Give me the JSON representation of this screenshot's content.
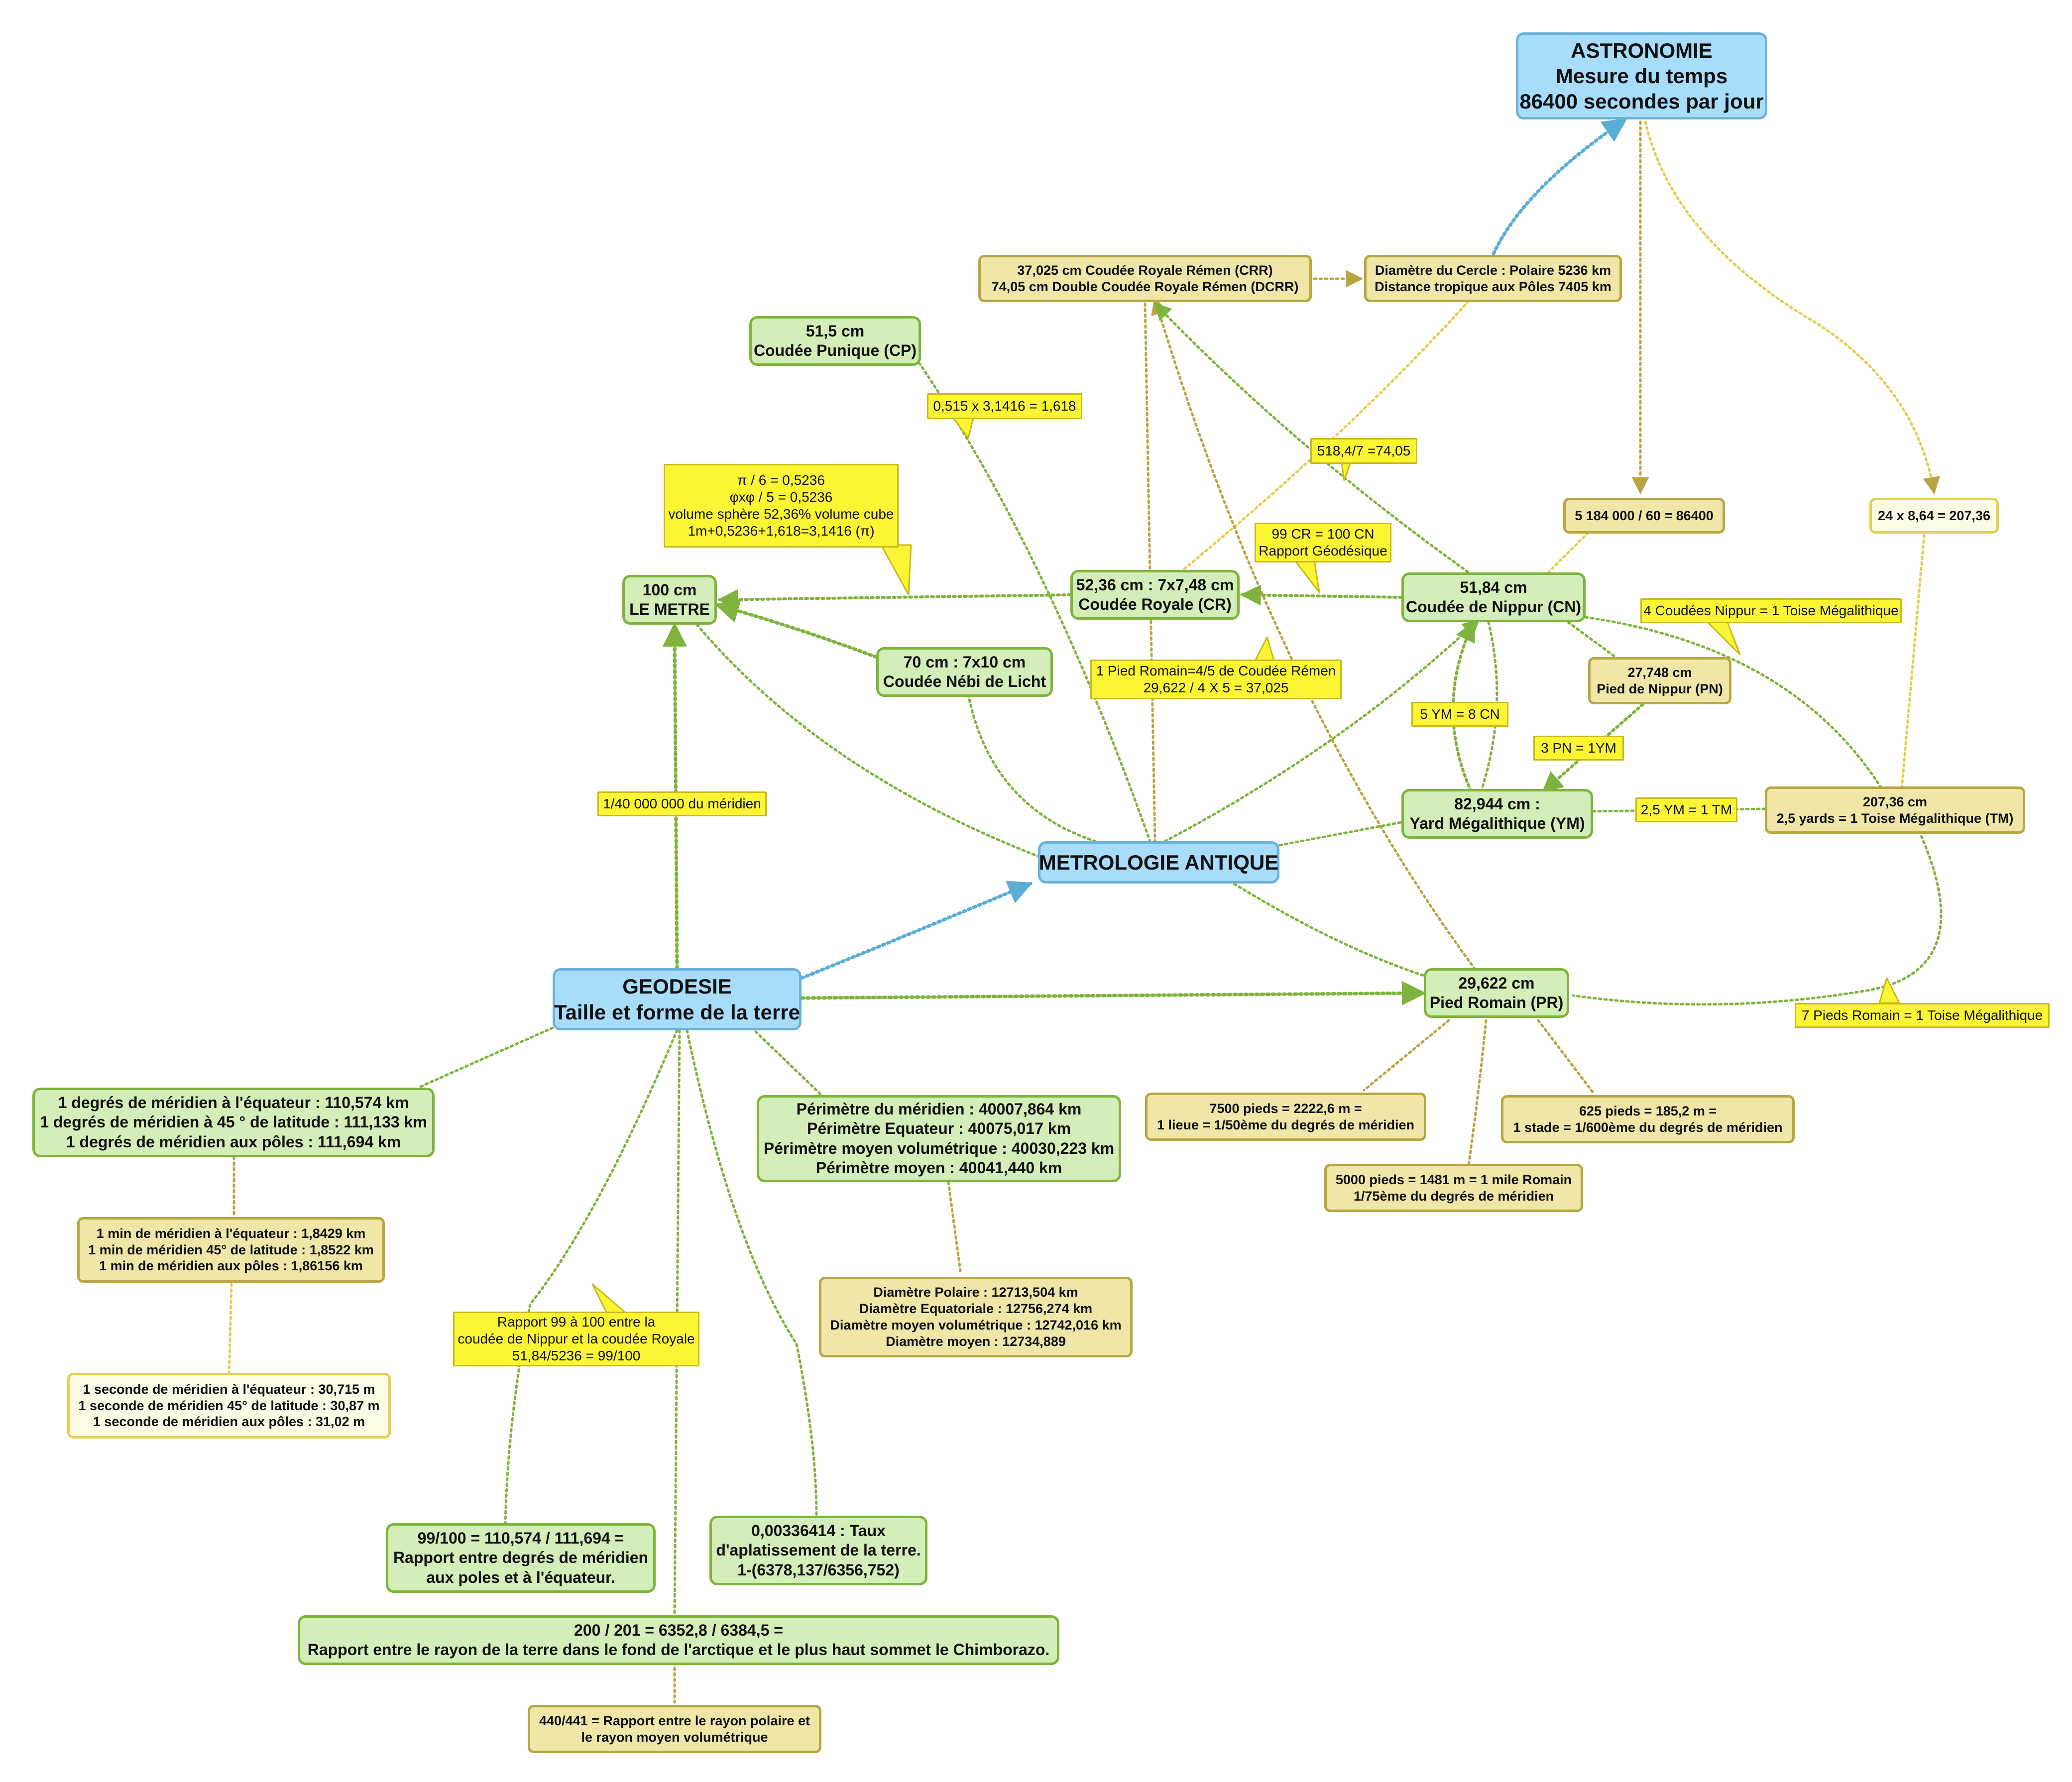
{
  "nodes": {
    "astronomie": [
      "ASTRONOMIE",
      "Mesure du temps",
      "86400 secondes par jour"
    ],
    "metrologie": [
      "METROLOGIE ANTIQUE"
    ],
    "geodesie": [
      "GEODESIE",
      "Taille et forme de la terre"
    ],
    "crr": [
      "37,025 cm Coudée Royale Rémen (CRR)",
      "74,05 cm Double Coudée Royale Rémen (DCRR)"
    ],
    "diametre_cercle": [
      "Diamètre du Cercle : Polaire 5236 km",
      "Distance tropique aux Pôles 7405 km"
    ],
    "punique": [
      "51,5 cm",
      "Coudée Punique (CP)"
    ],
    "metre": [
      "100 cm",
      "LE METRE"
    ],
    "royale": [
      "52,36 cm : 7x7,48 cm",
      "Coudée Royale (CR)"
    ],
    "nippur": [
      "51,84 cm",
      "Coudée de Nippur (CN)"
    ],
    "nebi": [
      "70 cm : 7x10 cm",
      "Coudée Nébi de Licht"
    ],
    "pied_nippur": [
      "27,748 cm",
      "Pied de Nippur (PN)"
    ],
    "yard": [
      "82,944 cm :",
      "Yard Mégalithique (YM)"
    ],
    "toise": [
      "207,36 cm",
      "2,5 yards = 1 Toise Mégalithique (TM)"
    ],
    "secondes": [
      "5 184 000 / 60 = 86400"
    ],
    "toise_calc": [
      "24 x 8,64 = 207,36"
    ],
    "pied_romain": [
      "29,622 cm",
      "Pied Romain (PR)"
    ],
    "lieue": [
      "7500 pieds = 2222,6 m =",
      "1 lieue = 1/50ème du degrés de méridien"
    ],
    "stade": [
      "625 pieds = 185,2 m =",
      "1 stade = 1/600ème du degrés de méridien"
    ],
    "mile": [
      "5000 pieds = 1481 m = 1 mile Romain",
      "1/75ème du degrés de méridien"
    ],
    "degres": [
      "1 degrés de méridien à l'équateur : 110,574 km",
      "1 degrés de méridien à 45 ° de latitude : 111,133 km",
      "1 degrés de méridien aux pôles : 111,694 km"
    ],
    "minutes": [
      "1 min de méridien à l'équateur : 1,8429 km",
      "1 min de méridien 45° de latitude : 1,8522 km",
      "1 min de méridien aux pôles : 1,86156 km"
    ],
    "secondes_meridien": [
      "1 seconde de méridien à l'équateur : 30,715 m",
      "1 seconde de méridien 45° de latitude : 30,87 m",
      "1 seconde de méridien aux pôles : 31,02 m"
    ],
    "perimetre": [
      "Périmètre du méridien : 40007,864 km",
      "Périmètre Equateur : 40075,017 km",
      "Périmètre moyen volumétrique : 40030,223 km",
      "Périmètre moyen : 40041,440 km"
    ],
    "diametres": [
      "Diamètre Polaire : 12713,504 km",
      "Diamètre Equatoriale : 12756,274 km",
      "Diamètre moyen volumétrique : 12742,016 km",
      "Diamètre moyen : 12734,889"
    ],
    "rapport_degres": [
      "99/100 = 110,574 / 111,694 =",
      "Rapport entre degrés de méridien",
      "aux poles et à l'équateur."
    ],
    "aplatissement": [
      "0,00336414 : Taux",
      "d'aplatissement de la terre.",
      "1-(6378,137/6356,752)"
    ],
    "rayon": [
      "200 / 201 = 6352,8 / 6384,5 =",
      "Rapport entre le rayon de la terre dans le fond de l'arctique et le plus haut sommet le Chimborazo."
    ],
    "rayon_polaire": [
      "440/441 = Rapport entre le rayon polaire et",
      "le rayon moyen volumétrique"
    ]
  },
  "callouts": {
    "pi": [
      "π / 6 = 0,5236",
      "φxφ / 5 = 0,5236",
      "volume sphère 52,36% volume cube",
      "1m+0,5236+1,618=3,1416 (π)"
    ],
    "punique_calc": [
      "0,515 x 3,1416 = 1,618"
    ],
    "dcrr_calc": [
      "518,4/7 =74,05"
    ],
    "cr_cn": [
      "99 CR = 100 CN",
      "Rapport Géodésique"
    ],
    "nippur_toise": [
      "4 Coudées Nippur = 1 Toise Mégalithique"
    ],
    "pied_crr": [
      "1 Pied Romain=4/5 de Coudée Rémen",
      "29,622 / 4 X 5 = 37,025"
    ],
    "ym_cn": [
      "5 YM = 8 CN"
    ],
    "pn_ym": [
      "3 PN = 1YM"
    ],
    "ym_tm": [
      "2,5 YM = 1 TM"
    ],
    "meridien": [
      "1/40 000 000 du méridien"
    ],
    "pieds_toise": [
      "7 Pieds Romain = 1 Toise Mégalithique"
    ],
    "rapport_99": [
      "Rapport 99 à 100 entre la",
      "coudée de Nippur et la coudée Royale",
      "51,84/5236 = 99/100"
    ]
  },
  "colors": {
    "main_fill": "#a7dcfb",
    "green_fill": "#d3eeb8",
    "khaki_fill": "#efe6a8",
    "pale_fill": "#fdfbe6",
    "callout_fill": "#fcf533",
    "green_line": "#7fb43c",
    "khaki_line": "#b8a642",
    "yellow_line": "#e2cf54",
    "blue_line": "#5aaed6"
  }
}
